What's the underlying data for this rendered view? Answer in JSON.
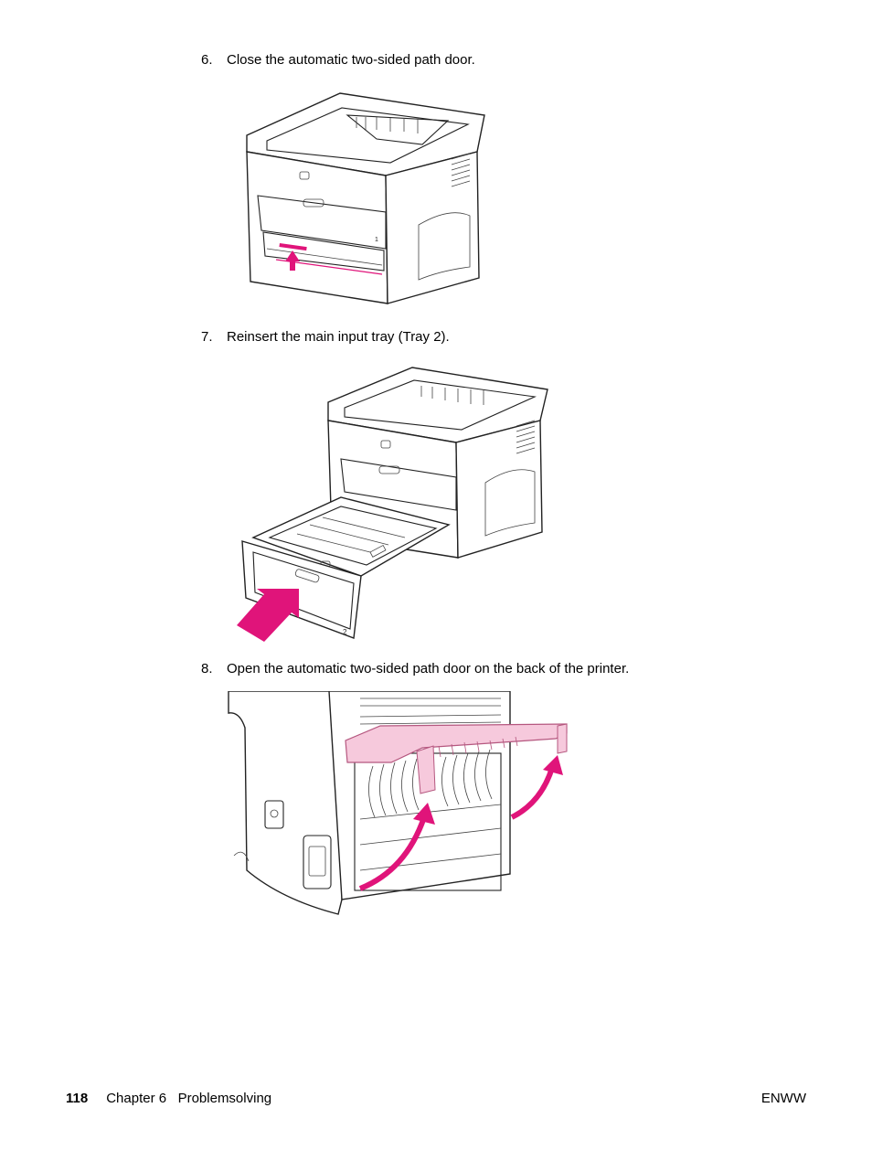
{
  "steps": [
    {
      "number": "6.",
      "text": "Close the automatic two-sided path door."
    },
    {
      "number": "7.",
      "text": "Reinsert the main input tray (Tray 2)."
    },
    {
      "number": "8.",
      "text": "Open the automatic two-sided path door on the back of the printer."
    }
  ],
  "figures": {
    "tray_label_1": "1",
    "tray_label_2": "2"
  },
  "footer": {
    "page_number": "118",
    "chapter": "Chapter 6   Problemsolving",
    "right_text": "ENWW"
  },
  "colors": {
    "accent": "#e0147a",
    "door_highlight": "#f6c9dc"
  }
}
